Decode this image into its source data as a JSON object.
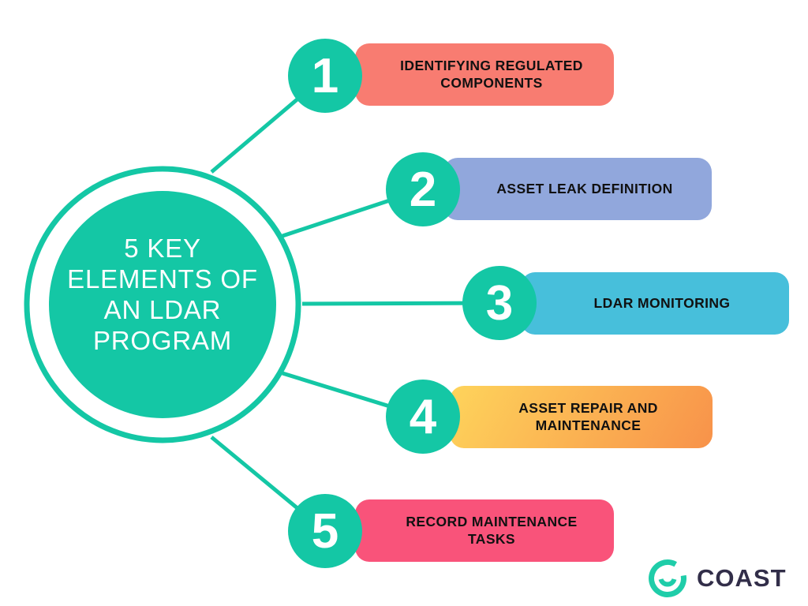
{
  "title": {
    "text": "5 KEY ELEMENTS OF AN LDAR PROGRAM",
    "lines": [
      "5 KEY",
      "ELEMENTS OF",
      "AN LDAR",
      "PROGRAM"
    ]
  },
  "items": [
    {
      "number": "1",
      "label": "IDENTIFYING REGULATED COMPONENTS",
      "color": "#F87C71"
    },
    {
      "number": "2",
      "label": "ASSET LEAK DEFINITION",
      "color": "#91A7DC"
    },
    {
      "number": "3",
      "label": "LDAR MONITORING",
      "color": "#47BFDB"
    },
    {
      "number": "4",
      "label": "ASSET REPAIR AND MAINTENANCE",
      "color_start": "#FED45B",
      "color_end": "#F8924A"
    },
    {
      "number": "5",
      "label": "RECORD MAINTENANCE TASKS",
      "color": "#F9537A"
    }
  ],
  "theme": {
    "accent_teal": "#14C7A5",
    "label_text": "#111111",
    "background": "#FFFFFF"
  },
  "logo": {
    "text": "COAST",
    "text_color": "#322E49",
    "icon": "coast-smile-icon",
    "icon_color": "#1FCDA9"
  }
}
